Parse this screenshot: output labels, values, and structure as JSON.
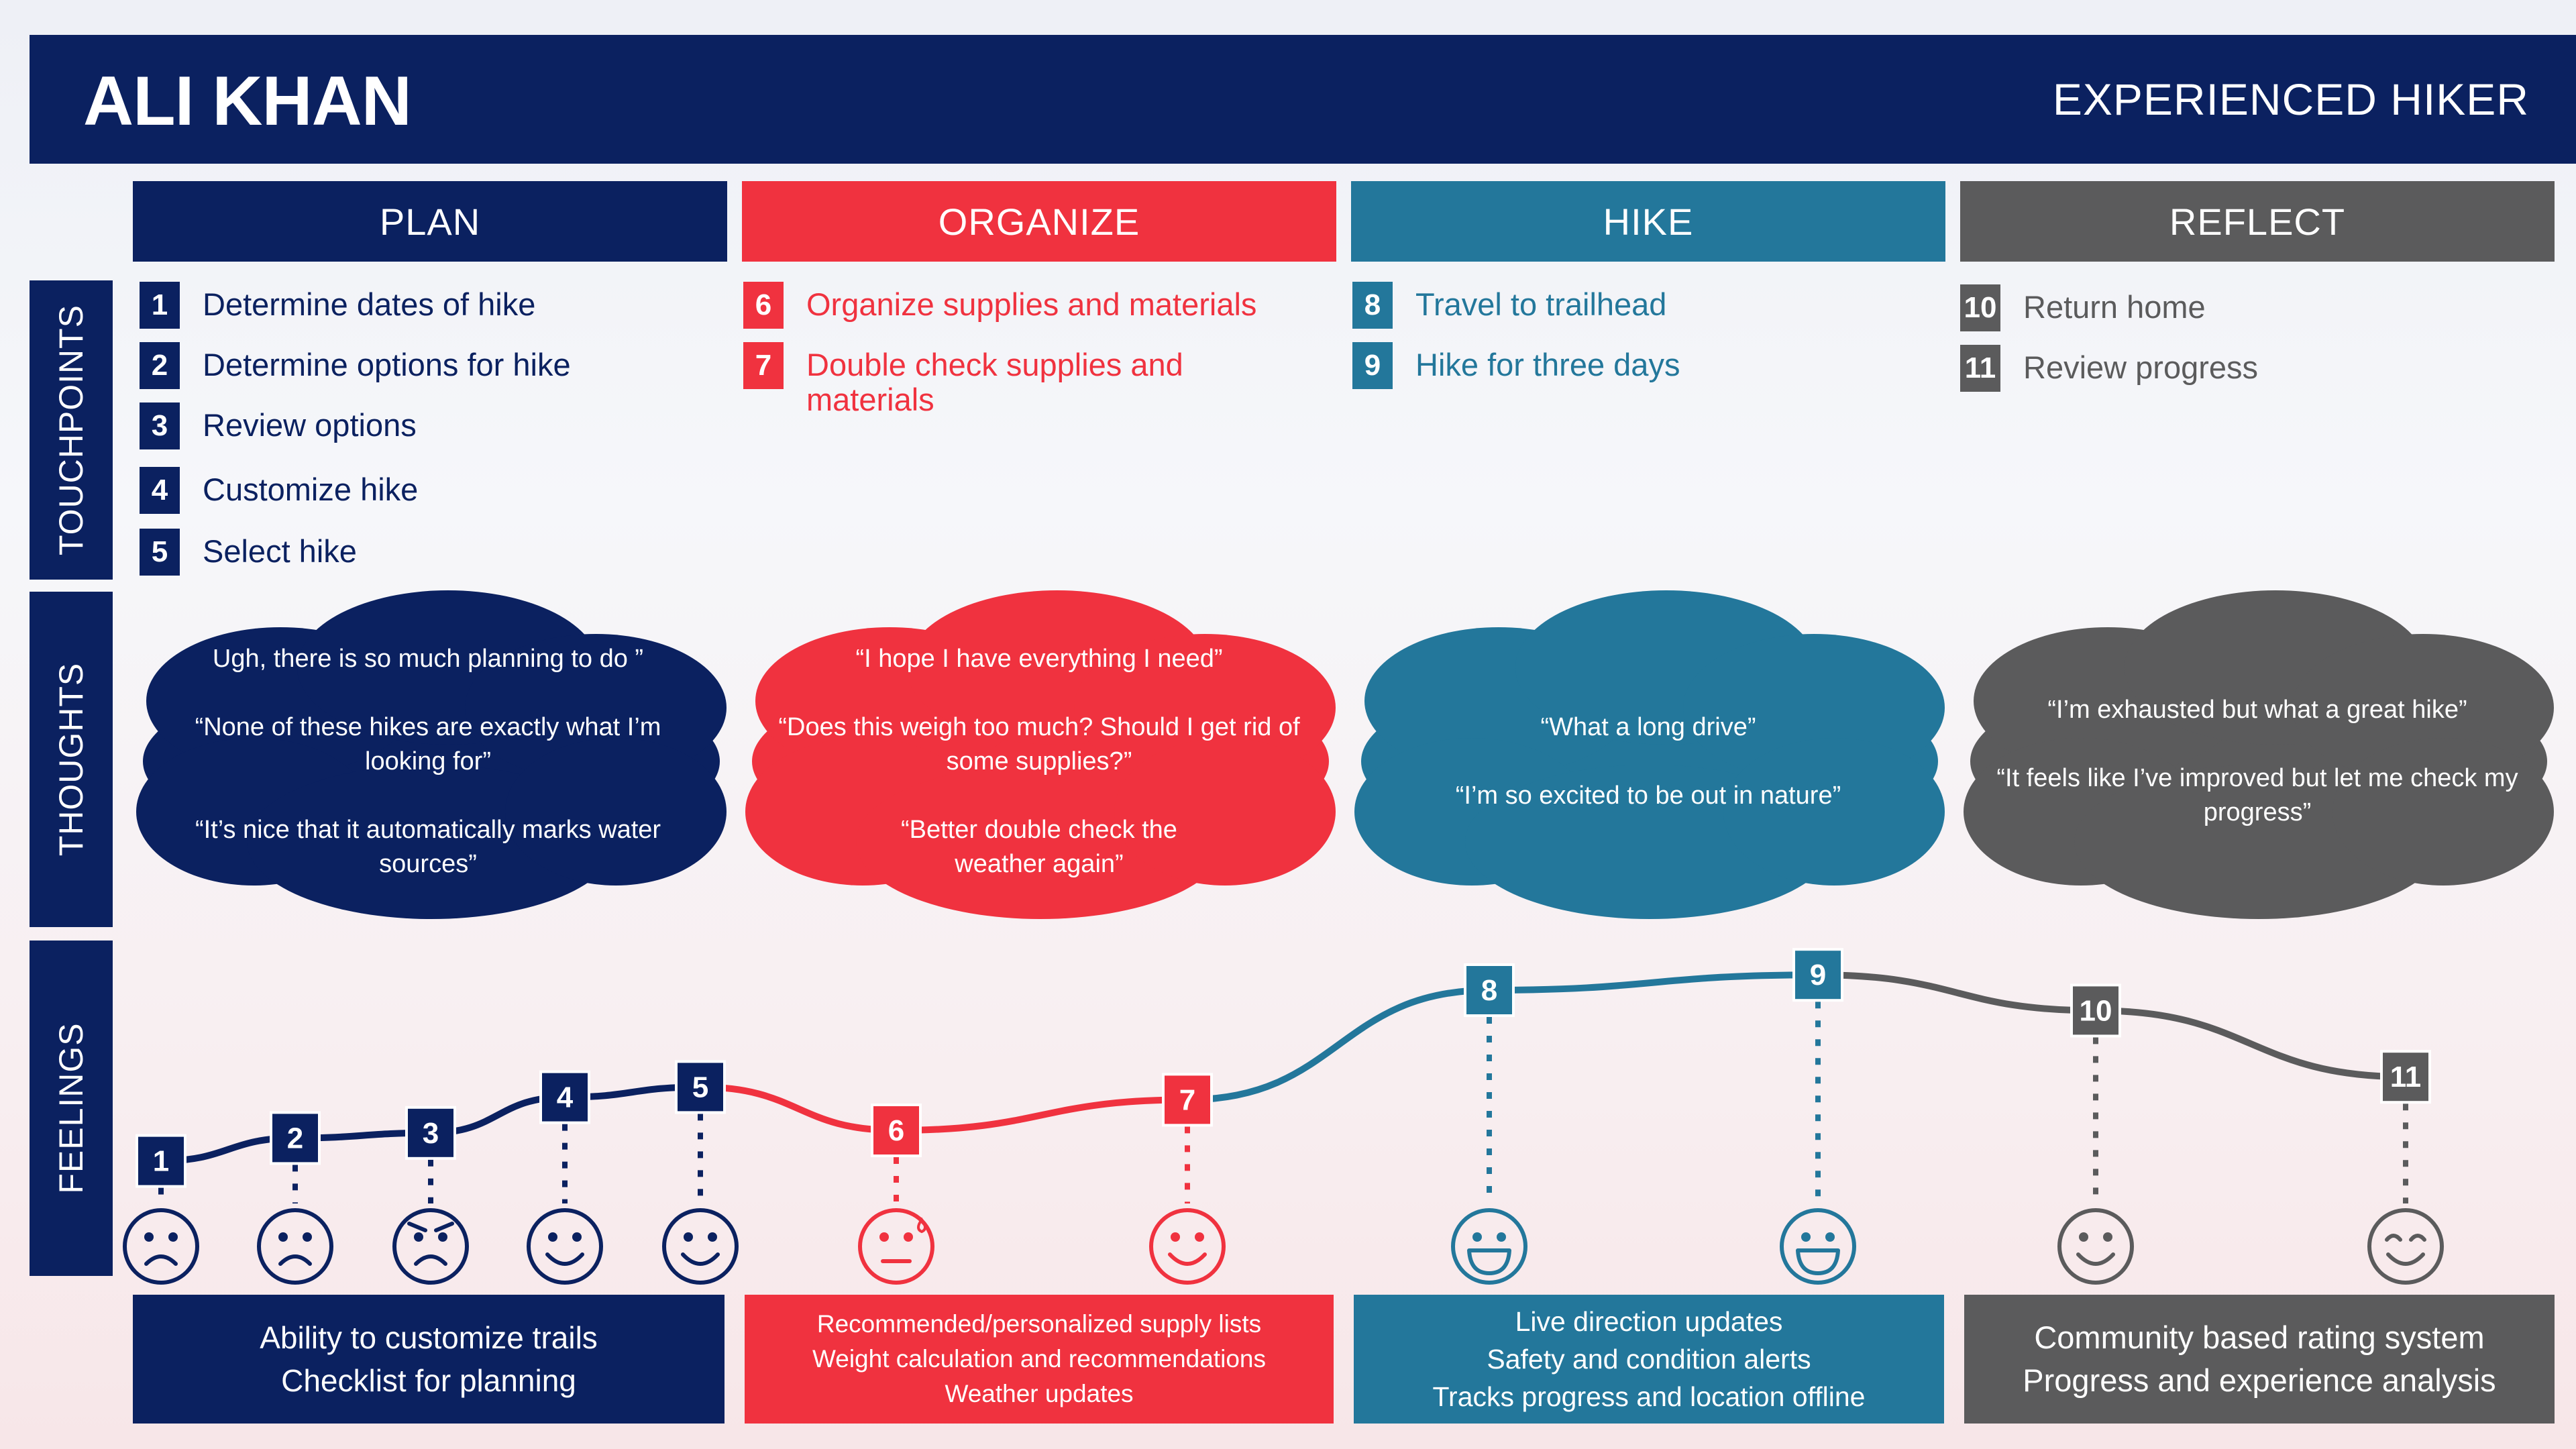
{
  "header": {
    "name": "ALI KHAN",
    "role": "EXPERIENCED HIKER"
  },
  "colors": {
    "plan": "#0b2160",
    "organize": "#f0323f",
    "hike": "#23779b",
    "reflect": "#5b5b5c"
  },
  "side_labels": {
    "touchpoints": "TOUCHPOINTS",
    "thoughts": "THOUGHTS",
    "feelings": "FEELINGS"
  },
  "phases": [
    {
      "label": "PLAN",
      "touchpoints": [
        {
          "num": "1",
          "text": "Determine dates of hike"
        },
        {
          "num": "2",
          "text": "Determine options for hike"
        },
        {
          "num": "3",
          "text": "Review options"
        },
        {
          "num": "4",
          "text": "Customize hike"
        },
        {
          "num": "5",
          "text": "Select hike"
        }
      ],
      "thoughts": [
        "Ugh, there is so much planning to do ”",
        "“None of these hikes are exactly what I’m looking for”",
        "“It’s nice that it automatically marks water sources”"
      ],
      "features": [
        "Ability to customize trails",
        "Checklist for planning"
      ]
    },
    {
      "label": "ORGANIZE",
      "touchpoints": [
        {
          "num": "6",
          "text": "Organize supplies and materials"
        },
        {
          "num": "7",
          "text": "Double check supplies and materials"
        }
      ],
      "thoughts": [
        "“I hope I have everything I need”",
        "“Does this weigh too much? Should I get rid of some supplies?”",
        "“Better double check the weather again”"
      ],
      "features": [
        "Recommended/personalized supply lists",
        "Weight calculation and recommendations",
        "Weather updates"
      ]
    },
    {
      "label": "HIKE",
      "touchpoints": [
        {
          "num": "8",
          "text": "Travel to trailhead"
        },
        {
          "num": "9",
          "text": "Hike for three days"
        }
      ],
      "thoughts": [
        "“What a long drive”",
        "“I’m so excited to be out in nature”"
      ],
      "features": [
        "Live direction updates",
        "Safety and condition alerts",
        "Tracks progress and location offline"
      ]
    },
    {
      "label": "REFLECT",
      "touchpoints": [
        {
          "num": "10",
          "text": "Return home"
        },
        {
          "num": "11",
          "text": "Review progress"
        }
      ],
      "thoughts": [
        "“I’m exhausted but what a great hike”",
        "“It feels like I’ve improved but let me check my progress”"
      ],
      "features": [
        "Community based rating system",
        "Progress and experience analysis"
      ]
    }
  ],
  "feelings": [
    {
      "num": "1",
      "phase": "plan",
      "level": 0.13,
      "face": "sad-face-icon"
    },
    {
      "num": "2",
      "phase": "plan",
      "level": 0.22,
      "face": "sad-face-icon"
    },
    {
      "num": "3",
      "phase": "plan",
      "level": 0.24,
      "face": "angry-face-icon"
    },
    {
      "num": "4",
      "phase": "plan",
      "level": 0.38,
      "face": "smile-face-icon"
    },
    {
      "num": "5",
      "phase": "plan",
      "level": 0.42,
      "face": "smile-face-icon"
    },
    {
      "num": "6",
      "phase": "organize",
      "level": 0.25,
      "face": "sweating-face-icon"
    },
    {
      "num": "7",
      "phase": "organize",
      "level": 0.37,
      "face": "smile-face-icon"
    },
    {
      "num": "8",
      "phase": "hike",
      "level": 0.8,
      "face": "grin-face-icon"
    },
    {
      "num": "9",
      "phase": "hike",
      "level": 0.86,
      "face": "grin-face-icon"
    },
    {
      "num": "10",
      "phase": "reflect",
      "level": 0.72,
      "face": "smile-face-icon"
    },
    {
      "num": "11",
      "phase": "reflect",
      "level": 0.46,
      "face": "content-face-icon"
    }
  ]
}
